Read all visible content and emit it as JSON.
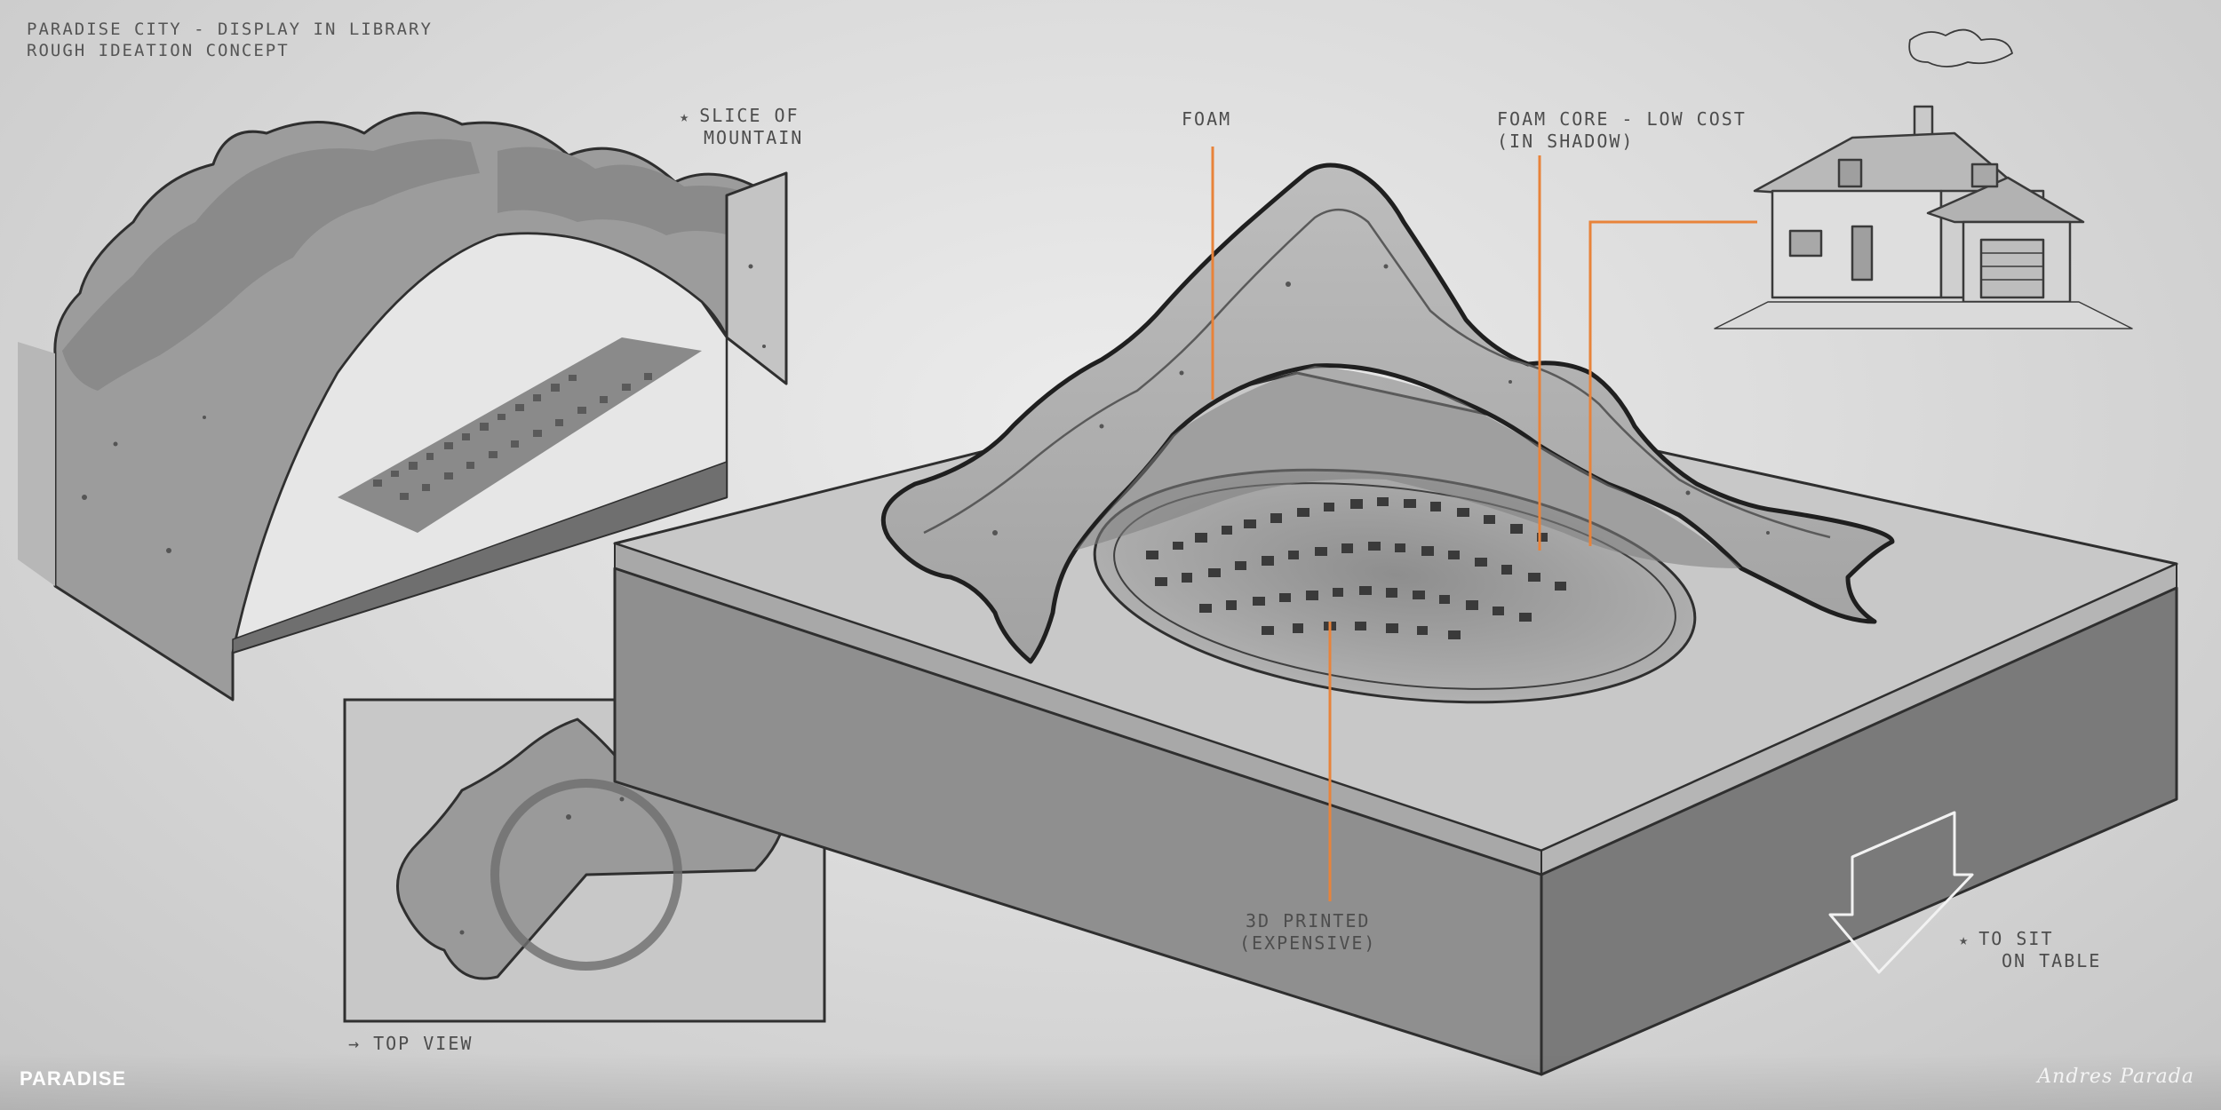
{
  "header": {
    "line1": "Paradise City - Display in Library",
    "line2": "Rough Ideation Concept"
  },
  "annotations": {
    "slice": [
      "Slice of",
      "Mountain"
    ],
    "foam": "Foam",
    "foam_core": [
      "Foam core - low cost",
      "(in shadow)"
    ],
    "printed": [
      "3D printed",
      "(expensive)"
    ],
    "table": [
      "To sit",
      "on table"
    ],
    "top_view": "Top view"
  },
  "footer": {
    "brand": "PARADISE",
    "signature": "Andres Parada"
  },
  "colors": {
    "leader_line": "#e8833a",
    "ink": "#2f2f2f"
  }
}
